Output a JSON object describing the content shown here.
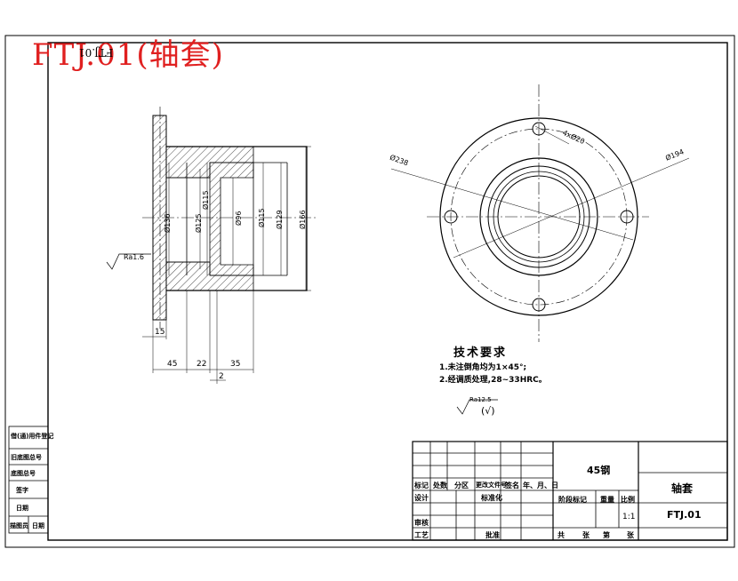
{
  "title": "FTJ.01(轴套)",
  "mirror_code": "FTJ.01",
  "dims": {
    "d136": "Ø136",
    "d125": "Ø125",
    "d115_small": "Ø115",
    "d96": "Ø96",
    "d115": "Ø115",
    "d129": "Ø129",
    "d166": "Ø166",
    "w15": "15",
    "w45": "45",
    "w22": "22",
    "w35": "35",
    "w2": "2",
    "rough_left": "Ra1.6",
    "d238": "Ø238",
    "d194": "Ø194",
    "holes": "4xØ20"
  },
  "tech": {
    "title": "技术要求",
    "line1": "1.未注倒角均为1×45°;",
    "line2": "2.经调质处理,28~33HRC。",
    "rough": "Ra12.5",
    "rough_paren": "(√)"
  },
  "titleblock": {
    "material": "45钢",
    "part_name": "轴套",
    "drawing_no": "FTJ.01",
    "scale": "1:1",
    "h_mark": "标记",
    "h_qty": "处数",
    "h_zone": "分区",
    "h_doc": "更改文件号",
    "h_sign": "签名",
    "h_date": "年、月、日",
    "design": "设计",
    "standard": "标准化",
    "stage": "阶段标记",
    "weight": "重量",
    "scale_label": "比例",
    "review": "审核",
    "craft": "工艺",
    "approve": "批准",
    "sheets_total": "共",
    "sheets_word": "张",
    "sheet_no": "第",
    "sheet_word": "张"
  },
  "sidebar": {
    "s1": "借(通)用件登记",
    "s2": "旧底图总号",
    "s3": "底图总号",
    "s4": "签字",
    "s5": "日期",
    "s6": "描图员",
    "s7": "日期"
  }
}
